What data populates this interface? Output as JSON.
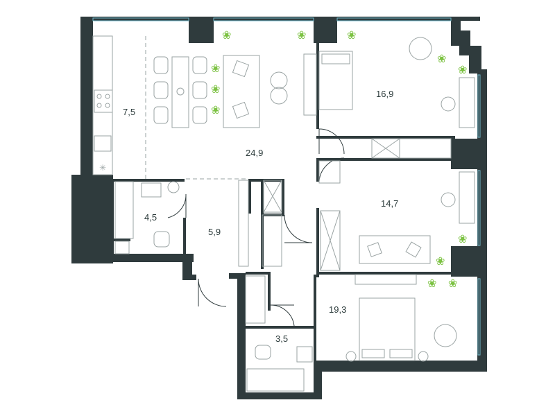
{
  "plan": {
    "room_areas": {
      "kitchen": "7,5",
      "living": "24,9",
      "bedroom_top": "16,9",
      "bathroom_left": "4,5",
      "hall": "5,9",
      "bedroom_middle": "14,7",
      "bedroom_bottom": "19,3",
      "bathroom_bottom": "3,5"
    },
    "colors": {
      "wall": "#2f3b3d",
      "window": "#6fb7c9",
      "plant": "#7cc242",
      "furniture_line": "#9aa3a3"
    },
    "icons": [
      "plant-icon",
      "armchair-icon",
      "bed-icon",
      "sofa-icon",
      "toilet-icon",
      "bathtub-icon",
      "sink-icon",
      "stove-icon",
      "desk-icon",
      "round-table-icon"
    ]
  }
}
